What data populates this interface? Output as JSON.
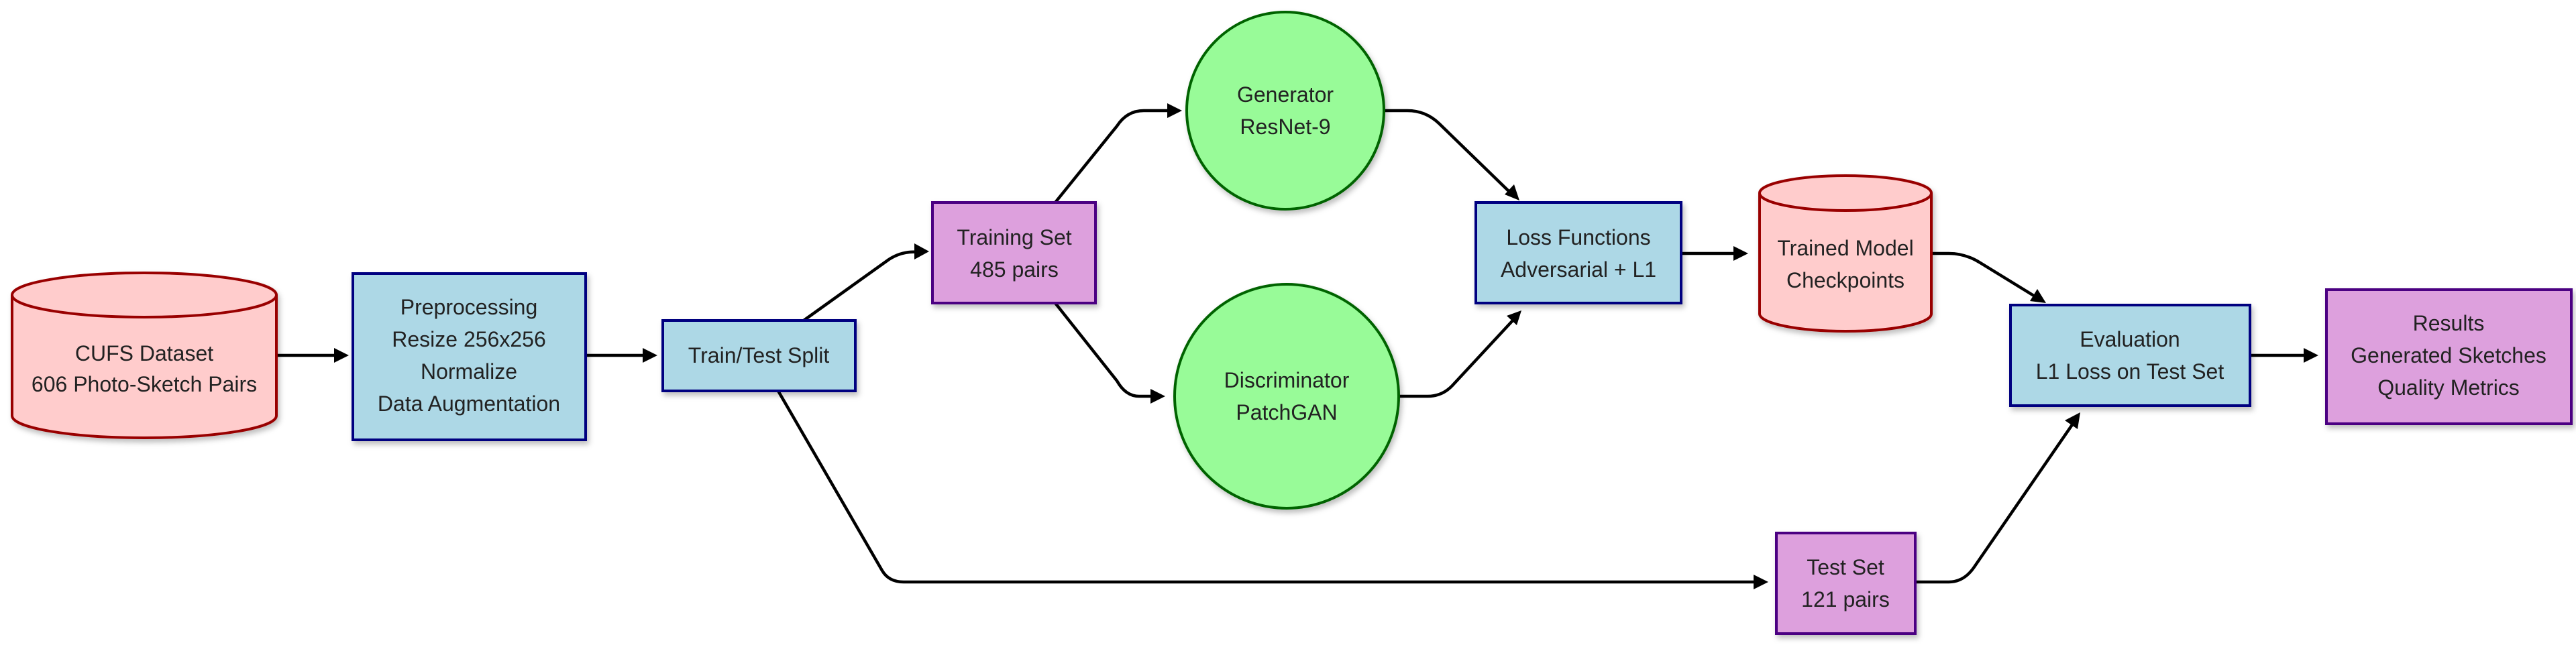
{
  "colors": {
    "data_fill": "#ffcccc",
    "data_stroke": "#990000",
    "process_fill": "#add8e6",
    "process_stroke": "#000080",
    "set_fill": "#dda0dd",
    "set_stroke": "#4b0082",
    "model_fill": "#98fb98",
    "model_stroke": "#006400",
    "edge": "#000000",
    "text": "#222222"
  },
  "nodes": {
    "cufs": {
      "lines": [
        "CUFS Dataset",
        "606 Photo-Sketch Pairs"
      ]
    },
    "preprocessing": {
      "lines": [
        "Preprocessing",
        "Resize 256x256",
        "Normalize",
        "Data Augmentation"
      ]
    },
    "split": {
      "lines": [
        "Train/Test Split"
      ]
    },
    "training_set": {
      "lines": [
        "Training Set",
        "485 pairs"
      ]
    },
    "test_set": {
      "lines": [
        "Test Set",
        "121 pairs"
      ]
    },
    "generator": {
      "lines": [
        "Generator",
        "ResNet-9"
      ]
    },
    "discriminator": {
      "lines": [
        "Discriminator",
        "PatchGAN"
      ]
    },
    "loss": {
      "lines": [
        "Loss Functions",
        "Adversarial + L1"
      ]
    },
    "trained_model": {
      "lines": [
        "Trained Model",
        "Checkpoints"
      ]
    },
    "evaluation": {
      "lines": [
        "Evaluation",
        "L1 Loss on Test Set"
      ]
    },
    "results": {
      "lines": [
        "Results",
        "Generated Sketches",
        "Quality Metrics"
      ]
    }
  },
  "edges": [
    [
      "cufs",
      "preprocessing"
    ],
    [
      "preprocessing",
      "split"
    ],
    [
      "split",
      "training_set"
    ],
    [
      "split",
      "test_set"
    ],
    [
      "training_set",
      "generator"
    ],
    [
      "training_set",
      "discriminator"
    ],
    [
      "generator",
      "loss"
    ],
    [
      "discriminator",
      "loss"
    ],
    [
      "loss",
      "trained_model"
    ],
    [
      "trained_model",
      "evaluation"
    ],
    [
      "test_set",
      "evaluation"
    ],
    [
      "evaluation",
      "results"
    ]
  ]
}
